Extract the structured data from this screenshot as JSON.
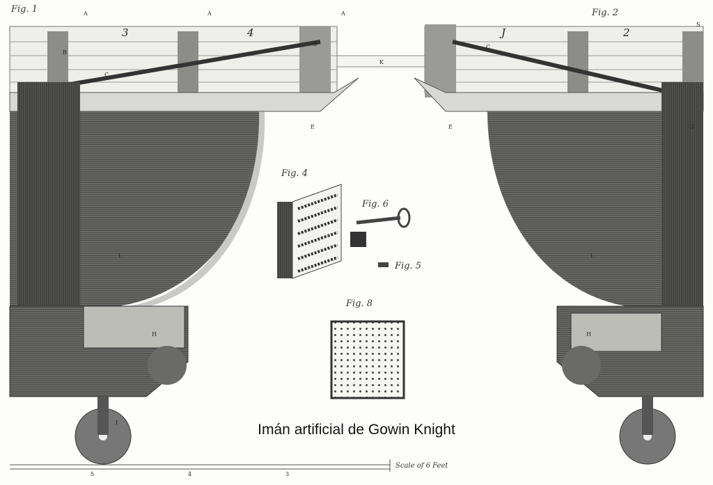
{
  "caption": "Imán artificial de Gowin Knight",
  "figures": {
    "fig1": "Fig. 1",
    "fig2": "Fig. 2",
    "fig4": "Fig. 4",
    "fig5": "Fig. 5",
    "fig6": "Fig. 6",
    "fig8": "Fig. 8"
  },
  "bar_numbers": {
    "left_a": "3",
    "left_b": "4",
    "right_a": "J",
    "right_b": "2"
  },
  "letters": {
    "A": "A",
    "B": "B",
    "C": "C",
    "E": "E",
    "L": "L",
    "K": "K",
    "S": "S",
    "H": "H",
    "G": "G",
    "I": "I"
  },
  "scale_label": "Scale of 6 Feet",
  "scale_ticks": [
    "5",
    "4",
    "3"
  ],
  "colors": {
    "ink": "#3a3a3a",
    "wood_dark": "#5a5a58",
    "wood_mid": "#8a8a86",
    "paper": "#fdfdfb"
  }
}
